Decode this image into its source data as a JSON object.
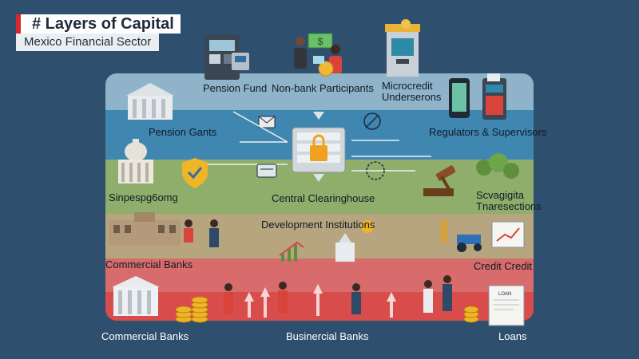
{
  "header": {
    "title": "# Layers of Capital",
    "subtitle": "Mexico Financial Sector"
  },
  "layers": {
    "top": {
      "pension_fund": "Pension Fund",
      "non_bank": "Non-bank Participants",
      "microcredit": "Microcredit\nUnderserons"
    },
    "layer2": {
      "pension_gants": "Pension Gants",
      "regulators": "Regulators & Supervisors"
    },
    "layer3": {
      "sinpespigong": "Sinpespg6omg",
      "central_clearinghouse": "Central Clearinghouse",
      "scavapgita": "Scvagigita\nTnaresections"
    },
    "layer4": {
      "development": "Development Institutions"
    },
    "layer5": {
      "commercial_banks": "Commercial Banks",
      "credit_credit": "Credit Credit"
    },
    "bottom": {
      "commercial_banks": "Commercial Banks",
      "businercial_banks": "Businercial Banks",
      "loans": "Loans"
    }
  },
  "icons": {
    "loan_doc_text": "LOAN",
    "cash_symbol": "$"
  },
  "colors": {
    "background": "#2f4f6e",
    "band_top": "#8fb4c9",
    "band_blue": "#3f86b0",
    "band_green": "#8fae6b",
    "band_tan": "#b7a57f",
    "band_pink": "#d86b6b",
    "band_red": "#d84c4c",
    "accent_red": "#d8262e"
  }
}
